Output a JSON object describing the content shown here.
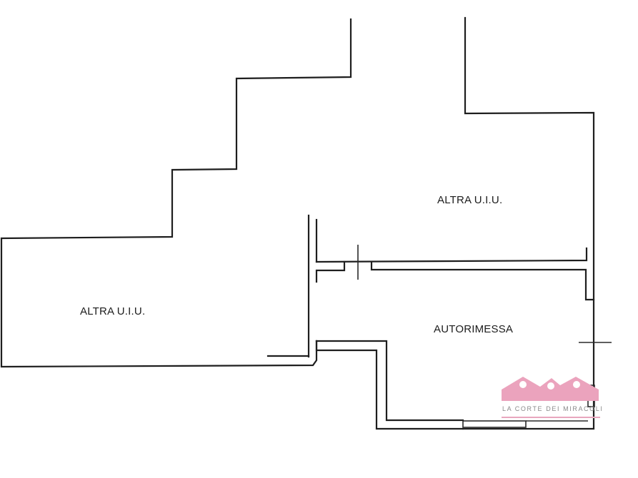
{
  "floor_plan": {
    "rooms": [
      {
        "id": "altra-uiu-top-right",
        "label": "ALTRA U.I.U."
      },
      {
        "id": "altra-uiu-left",
        "label": "ALTRA U.I.U."
      },
      {
        "id": "autorimessa",
        "label": "AUTORIMESSA"
      }
    ],
    "line_color": "#1e1e1e",
    "background": "#ffffff"
  },
  "watermark": {
    "text": "LA CORTE DEI MIRACOLI",
    "icon": "three-houses-logo-icon",
    "color": "#eba3bd"
  }
}
